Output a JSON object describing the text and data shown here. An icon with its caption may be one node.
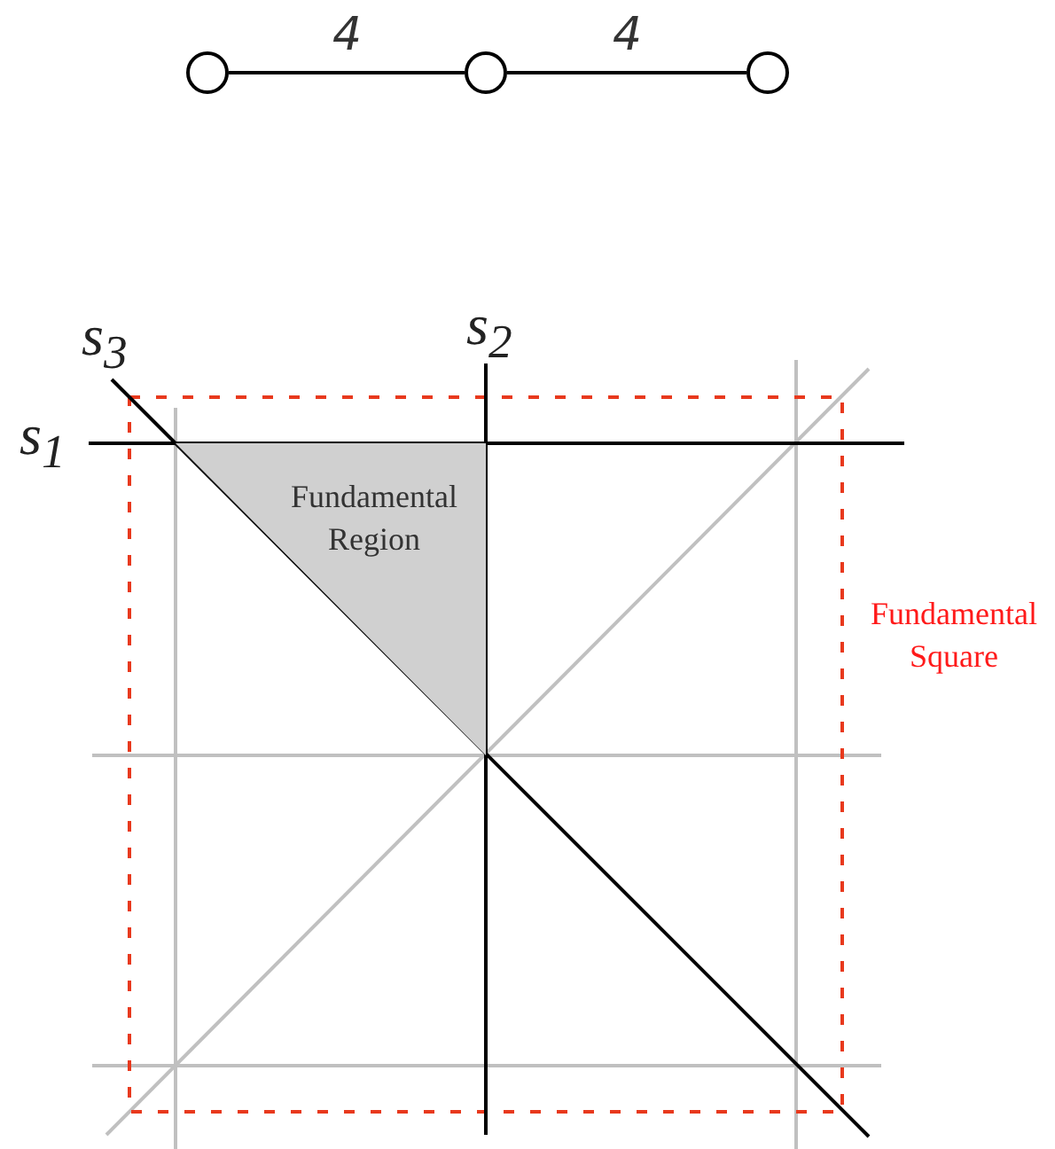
{
  "diagram": {
    "nodes": [
      {
        "text": [],
        "shape": "circle"
      },
      {
        "text": [],
        "shape": "circle"
      },
      {
        "text": [],
        "shape": "circle"
      },
      {
        "text": [
          "Fundamental Region"
        ]
      }
    ],
    "edges": [
      {
        "from": 0,
        "to": 1,
        "arrow": "none",
        "label": "4"
      },
      {
        "from": 1,
        "to": 2,
        "arrow": "none",
        "label": "4"
      }
    ],
    "labels": [
      "s$_{3}$",
      "s$_{2}$",
      "s$_{1}$",
      "Fundamental Square"
    ]
  }
}
